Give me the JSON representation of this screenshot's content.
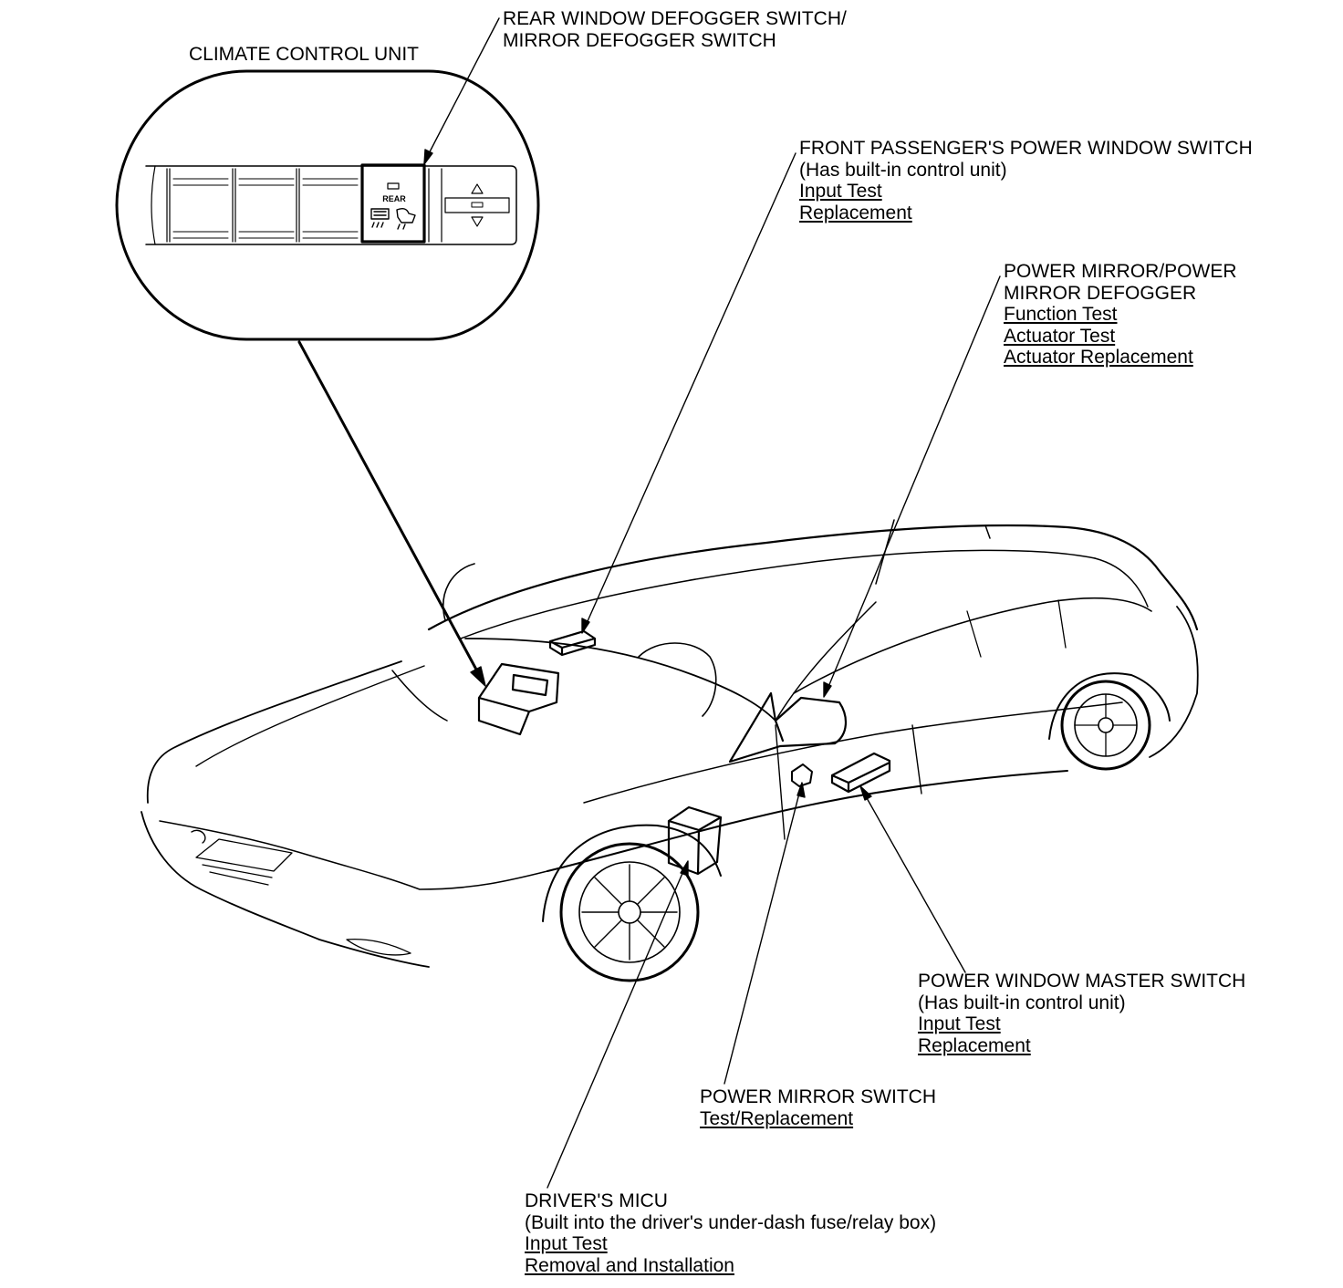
{
  "labels": {
    "climate_control_unit": "CLIMATE CONTROL UNIT",
    "rear_defogger": {
      "line1": "REAR WINDOW DEFOGGER SWITCH/",
      "line2": "MIRROR DEFOGGER SWITCH"
    },
    "switch_panel_text": "REAR",
    "front_passenger_switch": {
      "title": "FRONT PASSENGER'S POWER WINDOW SWITCH",
      "note": "(Has built-in control unit)",
      "links": [
        "Input Test",
        "Replacement"
      ]
    },
    "power_mirror_defogger": {
      "title_line1": "POWER MIRROR/POWER",
      "title_line2": "MIRROR DEFOGGER",
      "links": [
        "Function Test",
        "Actuator Test",
        "Actuator Replacement"
      ]
    },
    "power_window_master": {
      "title": "POWER WINDOW MASTER SWITCH",
      "note": "(Has built-in control unit)",
      "links": [
        "Input Test",
        "Replacement"
      ]
    },
    "power_mirror_switch": {
      "title": "POWER MIRROR SWITCH",
      "links": [
        "Test/Replacement"
      ]
    },
    "drivers_micu": {
      "title": "DRIVER'S MICU",
      "note": "(Built into the driver's under-dash fuse/relay box)",
      "links": [
        "Input Test",
        "Removal and Installation"
      ]
    }
  }
}
